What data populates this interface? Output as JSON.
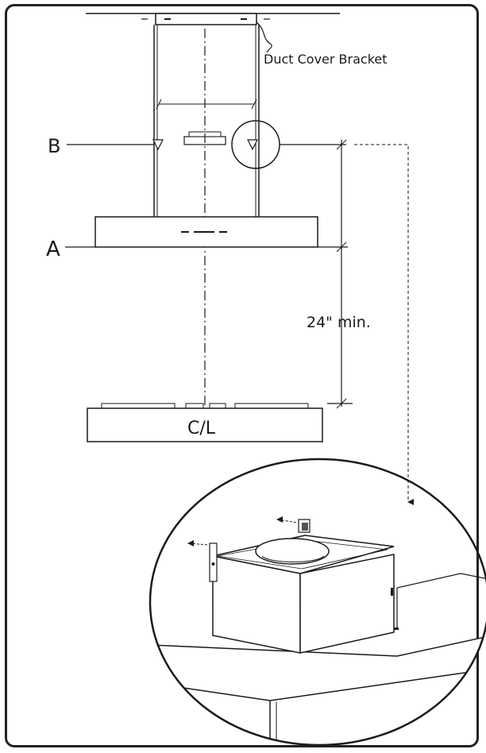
{
  "labels": {
    "bracket_callout": "Duct Cover Bracket",
    "point_b": "B",
    "point_a": "A",
    "clearance": "24\" min.",
    "centerline": "C/L"
  },
  "colors": {
    "ink": "#1a1a1a",
    "frame": "#222222",
    "background": "#ffffff"
  }
}
